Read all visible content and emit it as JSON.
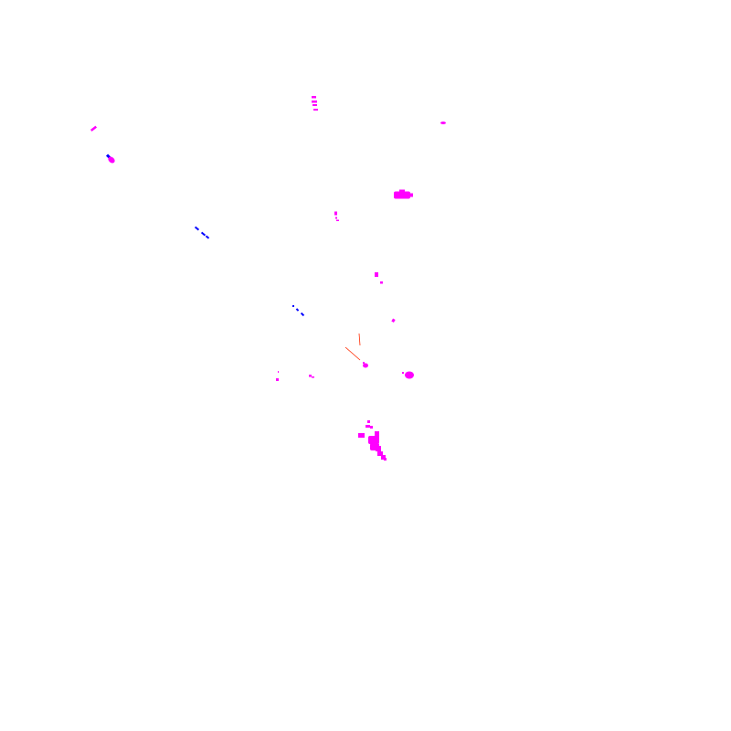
{
  "map": {
    "background": "#ffffff",
    "colors": {
      "primary": "#ff00ff",
      "secondary": "#0000ff",
      "accent": "#ff2a00"
    },
    "features": [
      {
        "id": "feature-1",
        "shape": "bar-stack",
        "color": "primary"
      },
      {
        "id": "feature-2",
        "shape": "dot",
        "color": "primary"
      },
      {
        "id": "feature-3",
        "shape": "dash",
        "color": "primary"
      },
      {
        "id": "feature-4",
        "shape": "blob",
        "color": "secondary"
      },
      {
        "id": "feature-5",
        "shape": "blob",
        "color": "primary"
      },
      {
        "id": "feature-6",
        "shape": "blob",
        "color": "primary"
      },
      {
        "id": "feature-7",
        "shape": "dash-group",
        "color": "primary"
      },
      {
        "id": "feature-8",
        "shape": "dash-group",
        "color": "secondary"
      },
      {
        "id": "feature-9",
        "shape": "blob",
        "color": "primary"
      },
      {
        "id": "feature-10",
        "shape": "dash-group",
        "color": "secondary"
      },
      {
        "id": "feature-11",
        "shape": "dot",
        "color": "primary"
      },
      {
        "id": "feature-12",
        "shape": "line",
        "color": "accent"
      },
      {
        "id": "feature-13",
        "shape": "blob",
        "color": "primary"
      },
      {
        "id": "feature-14",
        "shape": "dot",
        "color": "primary"
      },
      {
        "id": "feature-15",
        "shape": "dot",
        "color": "primary"
      },
      {
        "id": "feature-16",
        "shape": "blob",
        "color": "primary"
      },
      {
        "id": "feature-17",
        "shape": "cluster",
        "color": "primary"
      }
    ]
  }
}
